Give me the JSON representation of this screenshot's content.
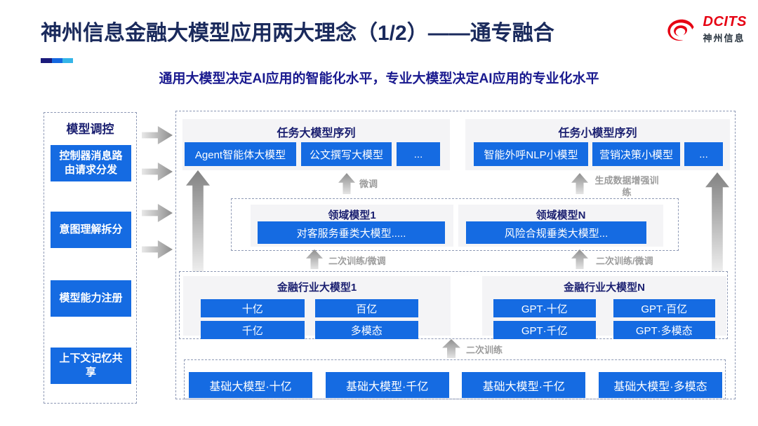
{
  "header": {
    "title": "神州信息金融大模型应用两大理念（1/2）——通专融合",
    "subtitle": "通用大模型决定AI应用的智能化水平，专业大模型决定AI应用的专业化水平",
    "logo": {
      "name": "DCITS",
      "company": "神州信息"
    }
  },
  "colors": {
    "title_navy": "#1A2A5C",
    "subtitle_indigo": "#1A1A8F",
    "button_blue": "#156BE2",
    "panel_gray": "#F4F4F6",
    "logo_red": "#E60012",
    "arrow_label_gray": "#9C9C9C",
    "accent_bar": [
      "#1B1B7B",
      "#1467E0",
      "#35B5E8"
    ]
  },
  "sidebar": {
    "title": "模型调控",
    "items": [
      "控制器消息路由请求分发",
      "意图理解拆分",
      "模型能力注册",
      "上下文记忆共享"
    ]
  },
  "diagram": {
    "task_large": {
      "title": "任务大模型序列",
      "items": [
        "Agent智能体大模型",
        "公文撰写大模型",
        "..."
      ]
    },
    "task_small": {
      "title": "任务小模型序列",
      "items": [
        "智能外呼NLP小模型",
        "营销决策小模型",
        "..."
      ]
    },
    "domain_models": [
      {
        "title": "领域模型1",
        "model": "对客服务垂类大模型....."
      },
      {
        "title": "领域模型N",
        "model": "风险合规垂类大模型..."
      }
    ],
    "industry_models": [
      {
        "title": "金融行业大模型1",
        "items": [
          "十亿",
          "百亿",
          "千亿",
          "多模态"
        ]
      },
      {
        "title": "金融行业大模型N",
        "items": [
          "GPT·十亿",
          "GPT·百亿",
          "GPT·千亿",
          "GPT·多模态"
        ]
      }
    ],
    "base_models": [
      "基础大模型·十亿",
      "基础大模型·千亿",
      "基础大模型·千亿",
      "基础大模型·多模态"
    ],
    "arrow_labels": {
      "finetune": "微调",
      "gen_data_training": "生成数据增强训练",
      "retrain_finetune_left": "二次训练/微调",
      "retrain_finetune_right": "二次训练/微调",
      "retrain": "二次训练"
    }
  }
}
